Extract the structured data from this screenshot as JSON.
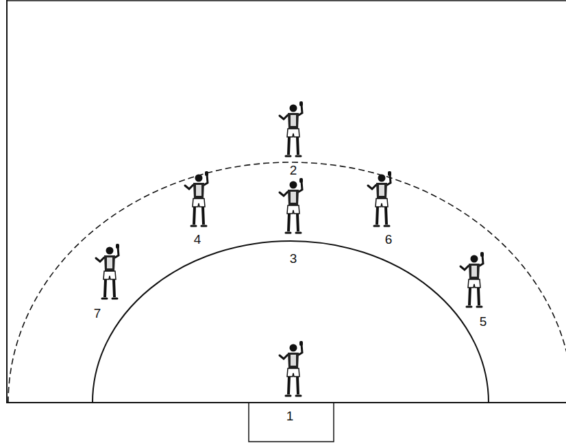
{
  "diagram": {
    "labels": [
      "2",
      "4",
      "3",
      "6",
      "7",
      "5",
      "1"
    ]
  }
}
